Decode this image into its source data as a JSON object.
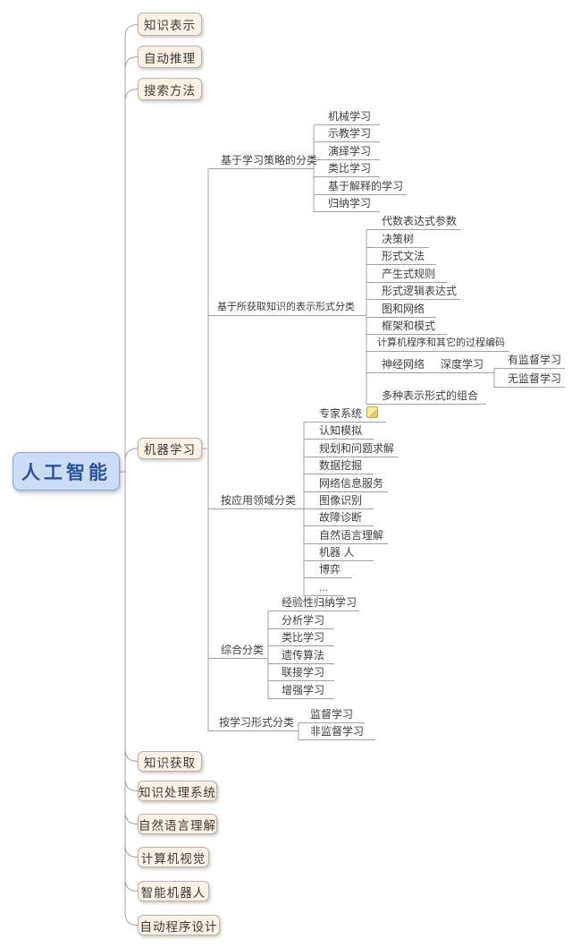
{
  "root": {
    "label": "人工智能"
  },
  "level1": {
    "knowledge_representation": "知识表示",
    "automated_reasoning": "自动推理",
    "search_methods": "搜索方法",
    "machine_learning": "机器学习",
    "knowledge_acquisition": "知识获取",
    "knowledge_processing_system": "知识处理系统",
    "natural_language_understanding": "自然语言理解",
    "computer_vision": "计算机视觉",
    "intelligent_robot": "智能机器人",
    "automatic_programming": "自动程序设计"
  },
  "ml": {
    "strategy": {
      "label": "基于学习策略的分类",
      "children": [
        "机械学习",
        "示教学习",
        "演绎学习",
        "类比学习",
        "基于解释的学习",
        "归纳学习"
      ]
    },
    "representation": {
      "label": "基于所获取知识的表示形式分类",
      "children": [
        "代数表达式参数",
        "决策树",
        "形式文法",
        "产生式规则",
        "形式逻辑表达式",
        "图和网络",
        "框架和模式",
        "计算机程序和其它的过程编码",
        "神经网络",
        "多种表示形式的组合"
      ],
      "deep_learning": {
        "label": "深度学习",
        "children": [
          "有监督学习",
          "无监督学习"
        ]
      }
    },
    "application": {
      "label": "按应用领域分类",
      "children": [
        "专家系统",
        "认知模拟",
        "规划和问题求解",
        "数据挖掘",
        "网络信息服务",
        "图像识别",
        "故障诊断",
        "自然语言理解",
        "机器 人",
        "博弈",
        "..."
      ]
    },
    "comprehensive": {
      "label": "综合分类",
      "children": [
        "经验性归纳学习",
        "分析学习",
        "类比学习",
        "遗传算法",
        "联接学习",
        "增强学习"
      ]
    },
    "learning_form": {
      "label": "按学习形式分类",
      "children": [
        "监督学习",
        "非监督学习"
      ]
    }
  },
  "icons": {
    "expert_system_note": "note-icon"
  },
  "colors": {
    "root_fill": "#C9DDF6",
    "root_border": "#8AA5CF",
    "root_text": "#2E5398",
    "branch_fill": "#FBF1E5",
    "branch_border": "#B9B3AC",
    "line": "#A0A0A0",
    "text": "#3F3F3F",
    "note_fill": "#F5E79A",
    "note_border": "#C2A94E"
  }
}
